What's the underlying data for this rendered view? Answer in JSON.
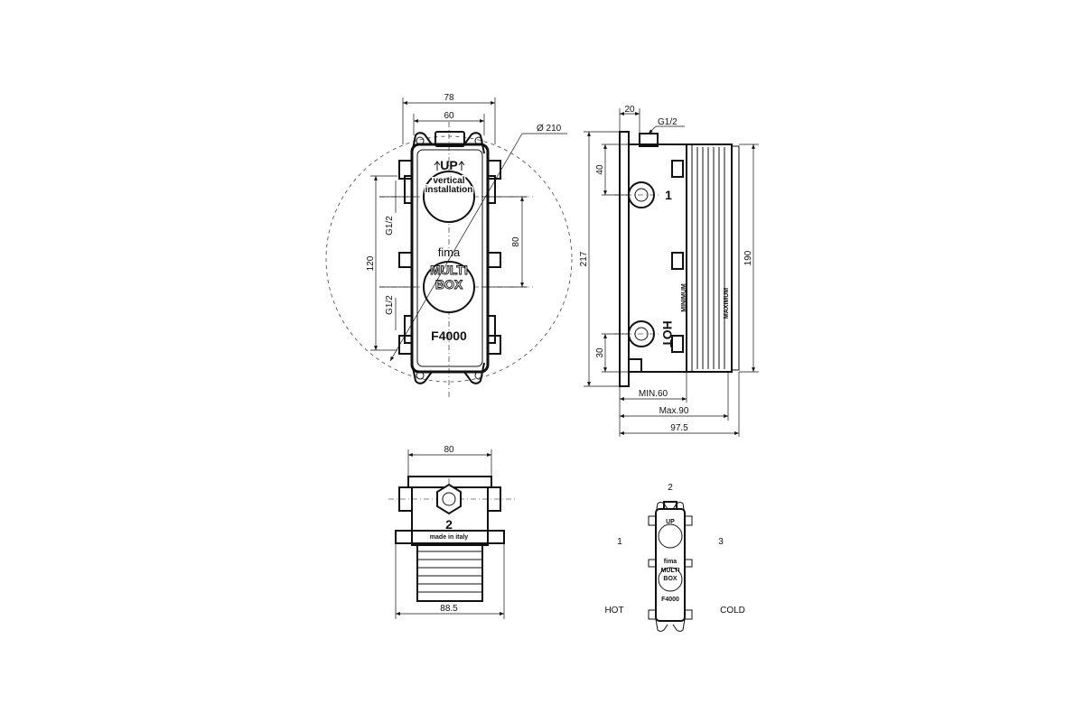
{
  "front_view": {
    "dims": {
      "w78": "78",
      "w60": "60",
      "dia": "Ø 210",
      "h120": "120",
      "h80": "80",
      "g_top": "G1/2",
      "g_bot": "G1/2"
    },
    "labels": {
      "up": "UP",
      "vertical": "vertical",
      "installation": "installation",
      "brand": "fima",
      "multi": "MULTI",
      "box": "BOX",
      "model": "F4000"
    }
  },
  "side_view": {
    "dims": {
      "w20": "20",
      "g12": "G1/2",
      "h40": "40",
      "h217": "217",
      "h30": "30",
      "h190": "190",
      "min60": "MIN.60",
      "max90": "Max.90",
      "d975": "97.5"
    },
    "labels": {
      "outlet_1": "1",
      "hot": "HOT",
      "minimum": "MINIMUM",
      "maximum": "MAXIMUM"
    }
  },
  "bottom_view": {
    "dims": {
      "w80": "80",
      "w885": "88.5"
    },
    "labels": {
      "num2": "2",
      "made": "made in italy"
    }
  },
  "legend_view": {
    "labels": {
      "n1": "1",
      "n2": "2",
      "n3": "3",
      "hot": "HOT",
      "cold": "COLD",
      "up": "UP",
      "brand": "fima",
      "multi": "MULTI",
      "box": "BOX",
      "model": "F4000"
    }
  }
}
